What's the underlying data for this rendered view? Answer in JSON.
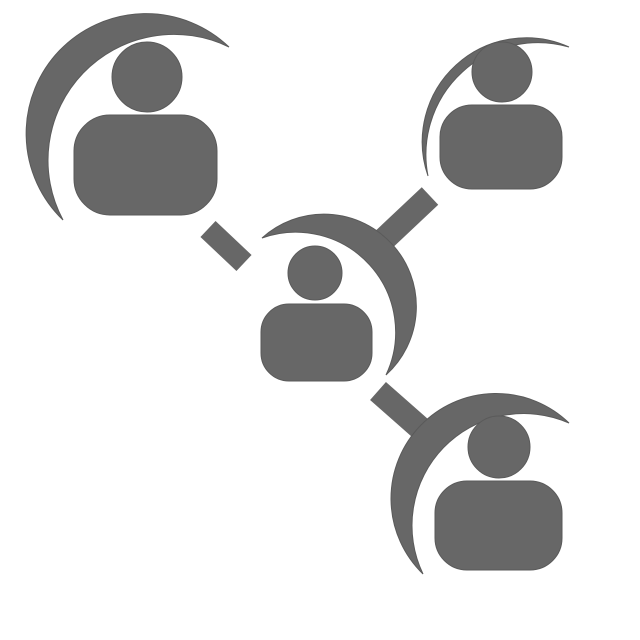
{
  "graphic": {
    "subject": "user-network-icon",
    "colors": {
      "background": "#ffffff",
      "shape": "#676767",
      "outline": "#5a5a5a"
    },
    "nodes": [
      {
        "id": "top-left",
        "icon": "person-icon"
      },
      {
        "id": "top-right",
        "icon": "person-icon"
      },
      {
        "id": "center",
        "icon": "person-icon"
      },
      {
        "id": "bottom-right",
        "icon": "person-icon"
      }
    ],
    "connections": [
      {
        "from": "center",
        "to": "top-left"
      },
      {
        "from": "center",
        "to": "top-right"
      },
      {
        "from": "center",
        "to": "bottom-right"
      }
    ]
  }
}
